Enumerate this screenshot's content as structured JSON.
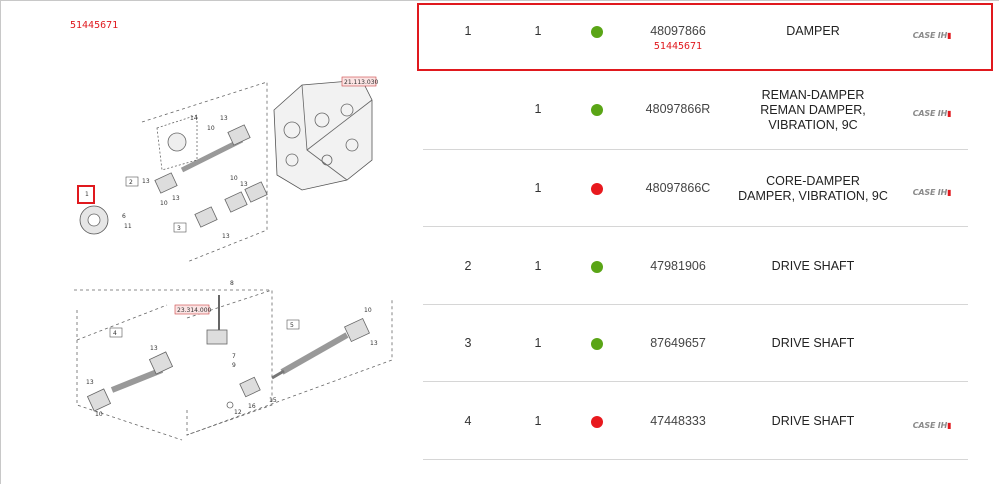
{
  "diagram": {
    "ref_number": "51445671",
    "callouts": {
      "ref_21113": "21.113.030",
      "ref_23314": "23.314.000",
      "n1": "1",
      "n2": "2",
      "n3": "3",
      "n4": "4",
      "n5": "5",
      "n6": "6",
      "n7": "7",
      "n8": "8",
      "n9": "9",
      "n10": "10",
      "n11": "11",
      "n12": "12",
      "n13": "13",
      "n14": "14",
      "n15": "15",
      "n16": "16"
    }
  },
  "colors": {
    "accent_red": "#e0191e",
    "available_green": "#5aa516",
    "unavailable_red": "#e8191e"
  },
  "rows": [
    {
      "ref": "1",
      "qty": "1",
      "availability": "green",
      "part_number": "48097866",
      "sub_ref": "51445671",
      "description": [
        "DAMPER"
      ],
      "brand": "CASE IH",
      "highlighted": true
    },
    {
      "ref": "",
      "qty": "1",
      "availability": "green",
      "part_number": "48097866R",
      "sub_ref": "",
      "description": [
        "REMAN-DAMPER",
        "REMAN DAMPER,",
        "VIBRATION, 9C"
      ],
      "brand": "CASE IH",
      "highlighted": false
    },
    {
      "ref": "",
      "qty": "1",
      "availability": "red",
      "part_number": "48097866C",
      "sub_ref": "",
      "description": [
        "CORE-DAMPER",
        "DAMPER, VIBRATION, 9C"
      ],
      "brand": "CASE IH",
      "highlighted": false
    },
    {
      "ref": "2",
      "qty": "1",
      "availability": "green",
      "part_number": "47981906",
      "sub_ref": "",
      "description": [
        "DRIVE SHAFT"
      ],
      "brand": "",
      "highlighted": false
    },
    {
      "ref": "3",
      "qty": "1",
      "availability": "green",
      "part_number": "87649657",
      "sub_ref": "",
      "description": [
        "DRIVE SHAFT"
      ],
      "brand": "",
      "highlighted": false
    },
    {
      "ref": "4",
      "qty": "1",
      "availability": "red",
      "part_number": "47448333",
      "sub_ref": "",
      "description": [
        "DRIVE SHAFT"
      ],
      "brand": "CASE IH",
      "highlighted": false
    }
  ]
}
